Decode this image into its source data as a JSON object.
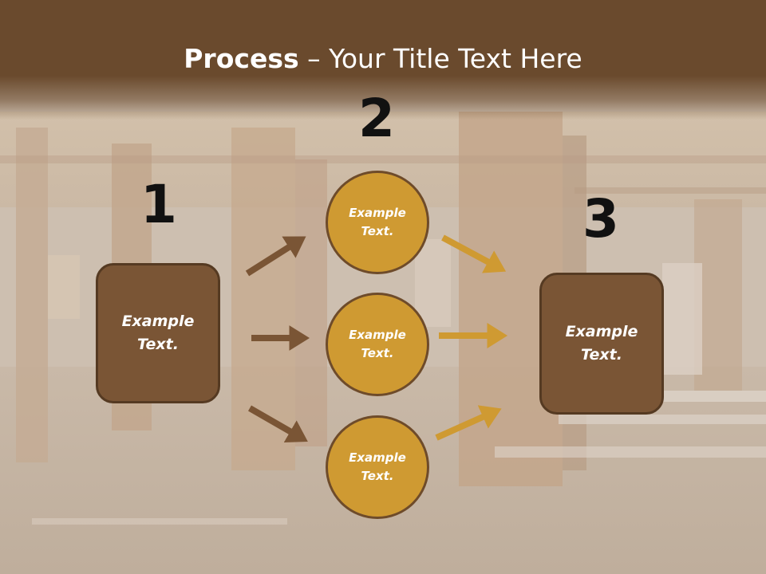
{
  "title": {
    "bold": "Process",
    "rest": " – Your Title Text Here"
  },
  "steps": [
    {
      "number": "1",
      "text": "Example\nText."
    },
    {
      "number": "2"
    },
    {
      "number": "3",
      "text": "Example\nText."
    }
  ],
  "circles": [
    {
      "text": "Example\nText."
    },
    {
      "text": "Example\nText."
    },
    {
      "text": "Example\nText."
    }
  ],
  "colors": {
    "header": "#6a4a2d",
    "box_fill": "#7a5535",
    "circle_fill": "#cf9a32",
    "arrow_brown": "#7a5535",
    "arrow_gold": "#cf9a32"
  }
}
